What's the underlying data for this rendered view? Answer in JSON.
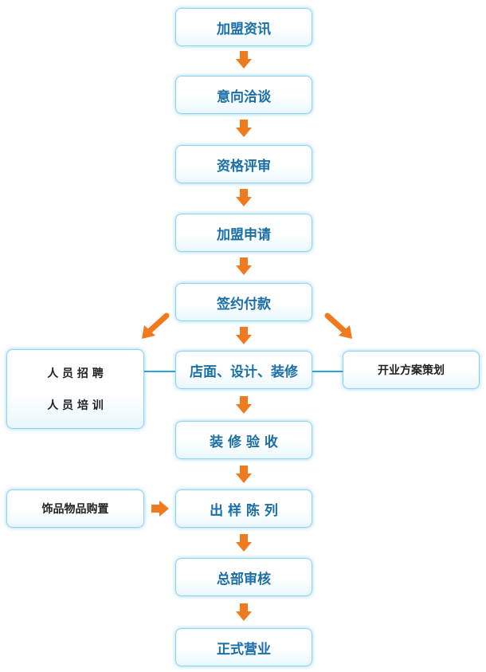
{
  "steps": [
    "加盟资讯",
    "意向洽谈",
    "资格评审",
    "加盟申请",
    "签约付款",
    "店面、设计、装修",
    "装 修 验 收",
    "出 样 陈 列",
    "总部审核",
    "正式营业"
  ],
  "side_left": {
    "recruit": "人 员 招 聘",
    "train": "人 员 培 训"
  },
  "side_right": "开业方案策划",
  "side_purchase": "饰品物品购置",
  "colors": {
    "arrow": "#f07a1e",
    "box_border": "#8fd3ee",
    "main_text": "#1a6fa6",
    "connector": "#2aa3d8"
  }
}
